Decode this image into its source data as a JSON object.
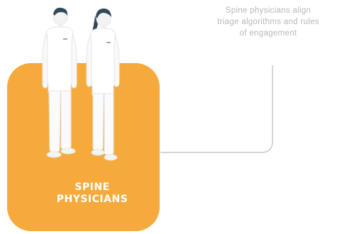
{
  "box": {
    "label_line1": "SPINE",
    "label_line2": "PHYSICIANS"
  },
  "note": {
    "line1": "Spine physicians align",
    "line2": "triage algorithms and rules",
    "line3": "of engagement"
  },
  "colors": {
    "box": "#f6aa3c",
    "note_text": "#b8b8b8",
    "connector": "#c8c8c8",
    "label_text": "#ffffff"
  }
}
